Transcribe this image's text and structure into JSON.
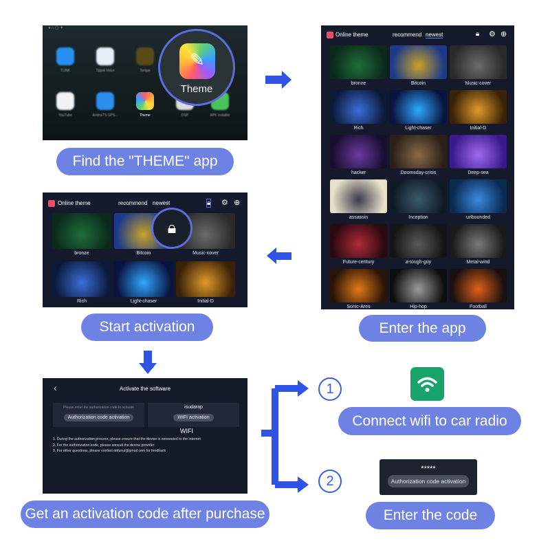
{
  "step1": {
    "caption": "Find the \"THEME\" app",
    "apps": [
      {
        "label": "TLINK",
        "color": "#2b8ff0"
      },
      {
        "label": "Tippal Voice",
        "color": "#e8eef8"
      },
      {
        "label": "Torque",
        "color": "#5a4a1a"
      },
      {
        "label": "YouTube",
        "color": "#f2f2f2"
      },
      {
        "label": "AndroiTS GPS...",
        "color": "#2b8ff0"
      },
      {
        "label": "Theme",
        "color": "#ff6b6b"
      },
      {
        "label": "DSP",
        "color": "#dcdcdc"
      },
      {
        "label": "APK Installer",
        "color": "#4cc25a"
      }
    ],
    "magnified_label": "Theme"
  },
  "step2": {
    "caption": "Enter the app",
    "app_title": "Online theme",
    "tabs": [
      "recommend",
      "newest"
    ],
    "active_tab": "newest",
    "themes": [
      {
        "name": "bronze",
        "c": [
          "#0b2a1c",
          "#1f6e3a"
        ]
      },
      {
        "name": "Bitcoin",
        "c": [
          "#1b3a8a",
          "#c9a227"
        ]
      },
      {
        "name": "Music-cover",
        "c": [
          "#2a2a2a",
          "#6b6b6b"
        ]
      },
      {
        "name": "Rich",
        "c": [
          "#0c1a3a",
          "#3a6fd8"
        ]
      },
      {
        "name": "Light-chaser",
        "c": [
          "#0a1440",
          "#2fa8ff"
        ]
      },
      {
        "name": "Initial-D",
        "c": [
          "#3a2208",
          "#e09a2a"
        ]
      },
      {
        "name": "hacker",
        "c": [
          "#1a0e30",
          "#6a3aa0"
        ]
      },
      {
        "name": "Doomsday-crisis",
        "c": [
          "#2a2018",
          "#8a6a4a"
        ]
      },
      {
        "name": "Deep-sea",
        "c": [
          "#3a1a8a",
          "#a06af0"
        ]
      },
      {
        "name": "assassin",
        "c": [
          "#e8e0c8",
          "#3a3a4a"
        ]
      },
      {
        "name": "Inception",
        "c": [
          "#0e1a24",
          "#3a5a6a"
        ]
      },
      {
        "name": "unbounded",
        "c": [
          "#0a2a50",
          "#3a8ae0"
        ]
      },
      {
        "name": "Future-century",
        "c": [
          "#2a0a10",
          "#b02a3a"
        ]
      },
      {
        "name": "a-tough-guy",
        "c": [
          "#141414",
          "#5a5a5a"
        ]
      },
      {
        "name": "Metal-wind",
        "c": [
          "#1a1a1a",
          "#7a7a7a"
        ]
      },
      {
        "name": "Sonic-Ares",
        "c": [
          "#2a1408",
          "#e07a1a"
        ]
      },
      {
        "name": "Hip-hop",
        "c": [
          "#0e0e0e",
          "#9a9a9a"
        ]
      },
      {
        "name": "Football",
        "c": [
          "#1a1010",
          "#e0601a"
        ]
      }
    ]
  },
  "step3": {
    "caption": "Start activation",
    "app_title": "Online theme",
    "tabs": [
      "recommend",
      "newest"
    ]
  },
  "step4": {
    "caption": "Get an activation code after purchase",
    "title": "Activate the software",
    "prompt": "Please enter the authorization code to activate",
    "auth_button": "Authorization code activation",
    "device_id": "isudarap",
    "wifi_button": "WIFI activation",
    "wifi_overlay": "WIFI",
    "notes": [
      "1. During the authorization process, please ensure that the device is connected to the internet",
      "2. For the authorization code, please consult the device provider",
      "3. For other questions, please contact dofunui@gmail.com for feedback"
    ]
  },
  "option1": {
    "number": "1",
    "caption": "Connect wifi to car radio",
    "icon": "wifi-icon",
    "color": "#18a36b"
  },
  "option2": {
    "number": "2",
    "caption": "Enter the code",
    "masked_code": "*****",
    "button": "Authorization code activation"
  },
  "colors": {
    "pill": "#6d82e3",
    "arrow": "#2f53e6"
  }
}
